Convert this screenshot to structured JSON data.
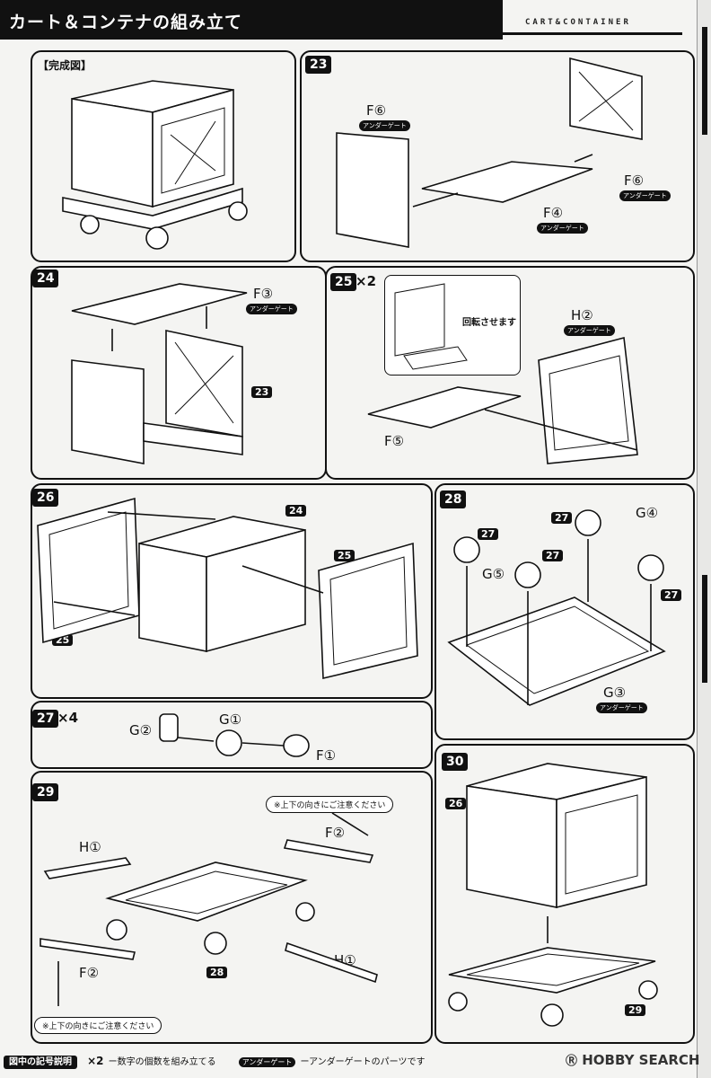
{
  "header": {
    "title": "カート＆コンテナの組み立て",
    "subtitle": "CART&CONTAINER"
  },
  "panel_complete": {
    "label": "【完成図】"
  },
  "step23": {
    "num": "23",
    "parts": [
      "F⑥",
      "F⑥",
      "F④"
    ],
    "undergate": "アンダーゲート"
  },
  "step24": {
    "num": "24",
    "part": "F③",
    "undergate": "アンダーゲート",
    "ref": "23"
  },
  "step25": {
    "num": "25",
    "multiplier": "×2",
    "rotate_text": "回転させます",
    "parts": [
      "H②",
      "F⑤"
    ],
    "undergate": "アンダーゲート"
  },
  "step26": {
    "num": "26",
    "refs": [
      "24",
      "25",
      "25"
    ]
  },
  "step27": {
    "num": "27",
    "multiplier": "×4",
    "parts": [
      "G②",
      "G①",
      "F①"
    ]
  },
  "step28": {
    "num": "28",
    "refs": [
      "27",
      "27",
      "27",
      "27"
    ],
    "parts": [
      "G④",
      "G⑤",
      "G③"
    ],
    "undergate": "アンダーゲート"
  },
  "step29": {
    "num": "29",
    "parts": [
      "H①",
      "F②",
      "F②",
      "H①"
    ],
    "note": "※上下の向きにご注意ください",
    "ref": "28"
  },
  "step30": {
    "num": "30",
    "refs": [
      "26",
      "29"
    ]
  },
  "footer": {
    "legend_label": "図中の記号説明",
    "mult": "×2",
    "mult_text": "ー数字の個数を組み立てる",
    "ug": "アンダーゲート",
    "ug_text": "ーアンダーゲートのパーツです"
  },
  "watermark": "HOBBY SEARCH"
}
